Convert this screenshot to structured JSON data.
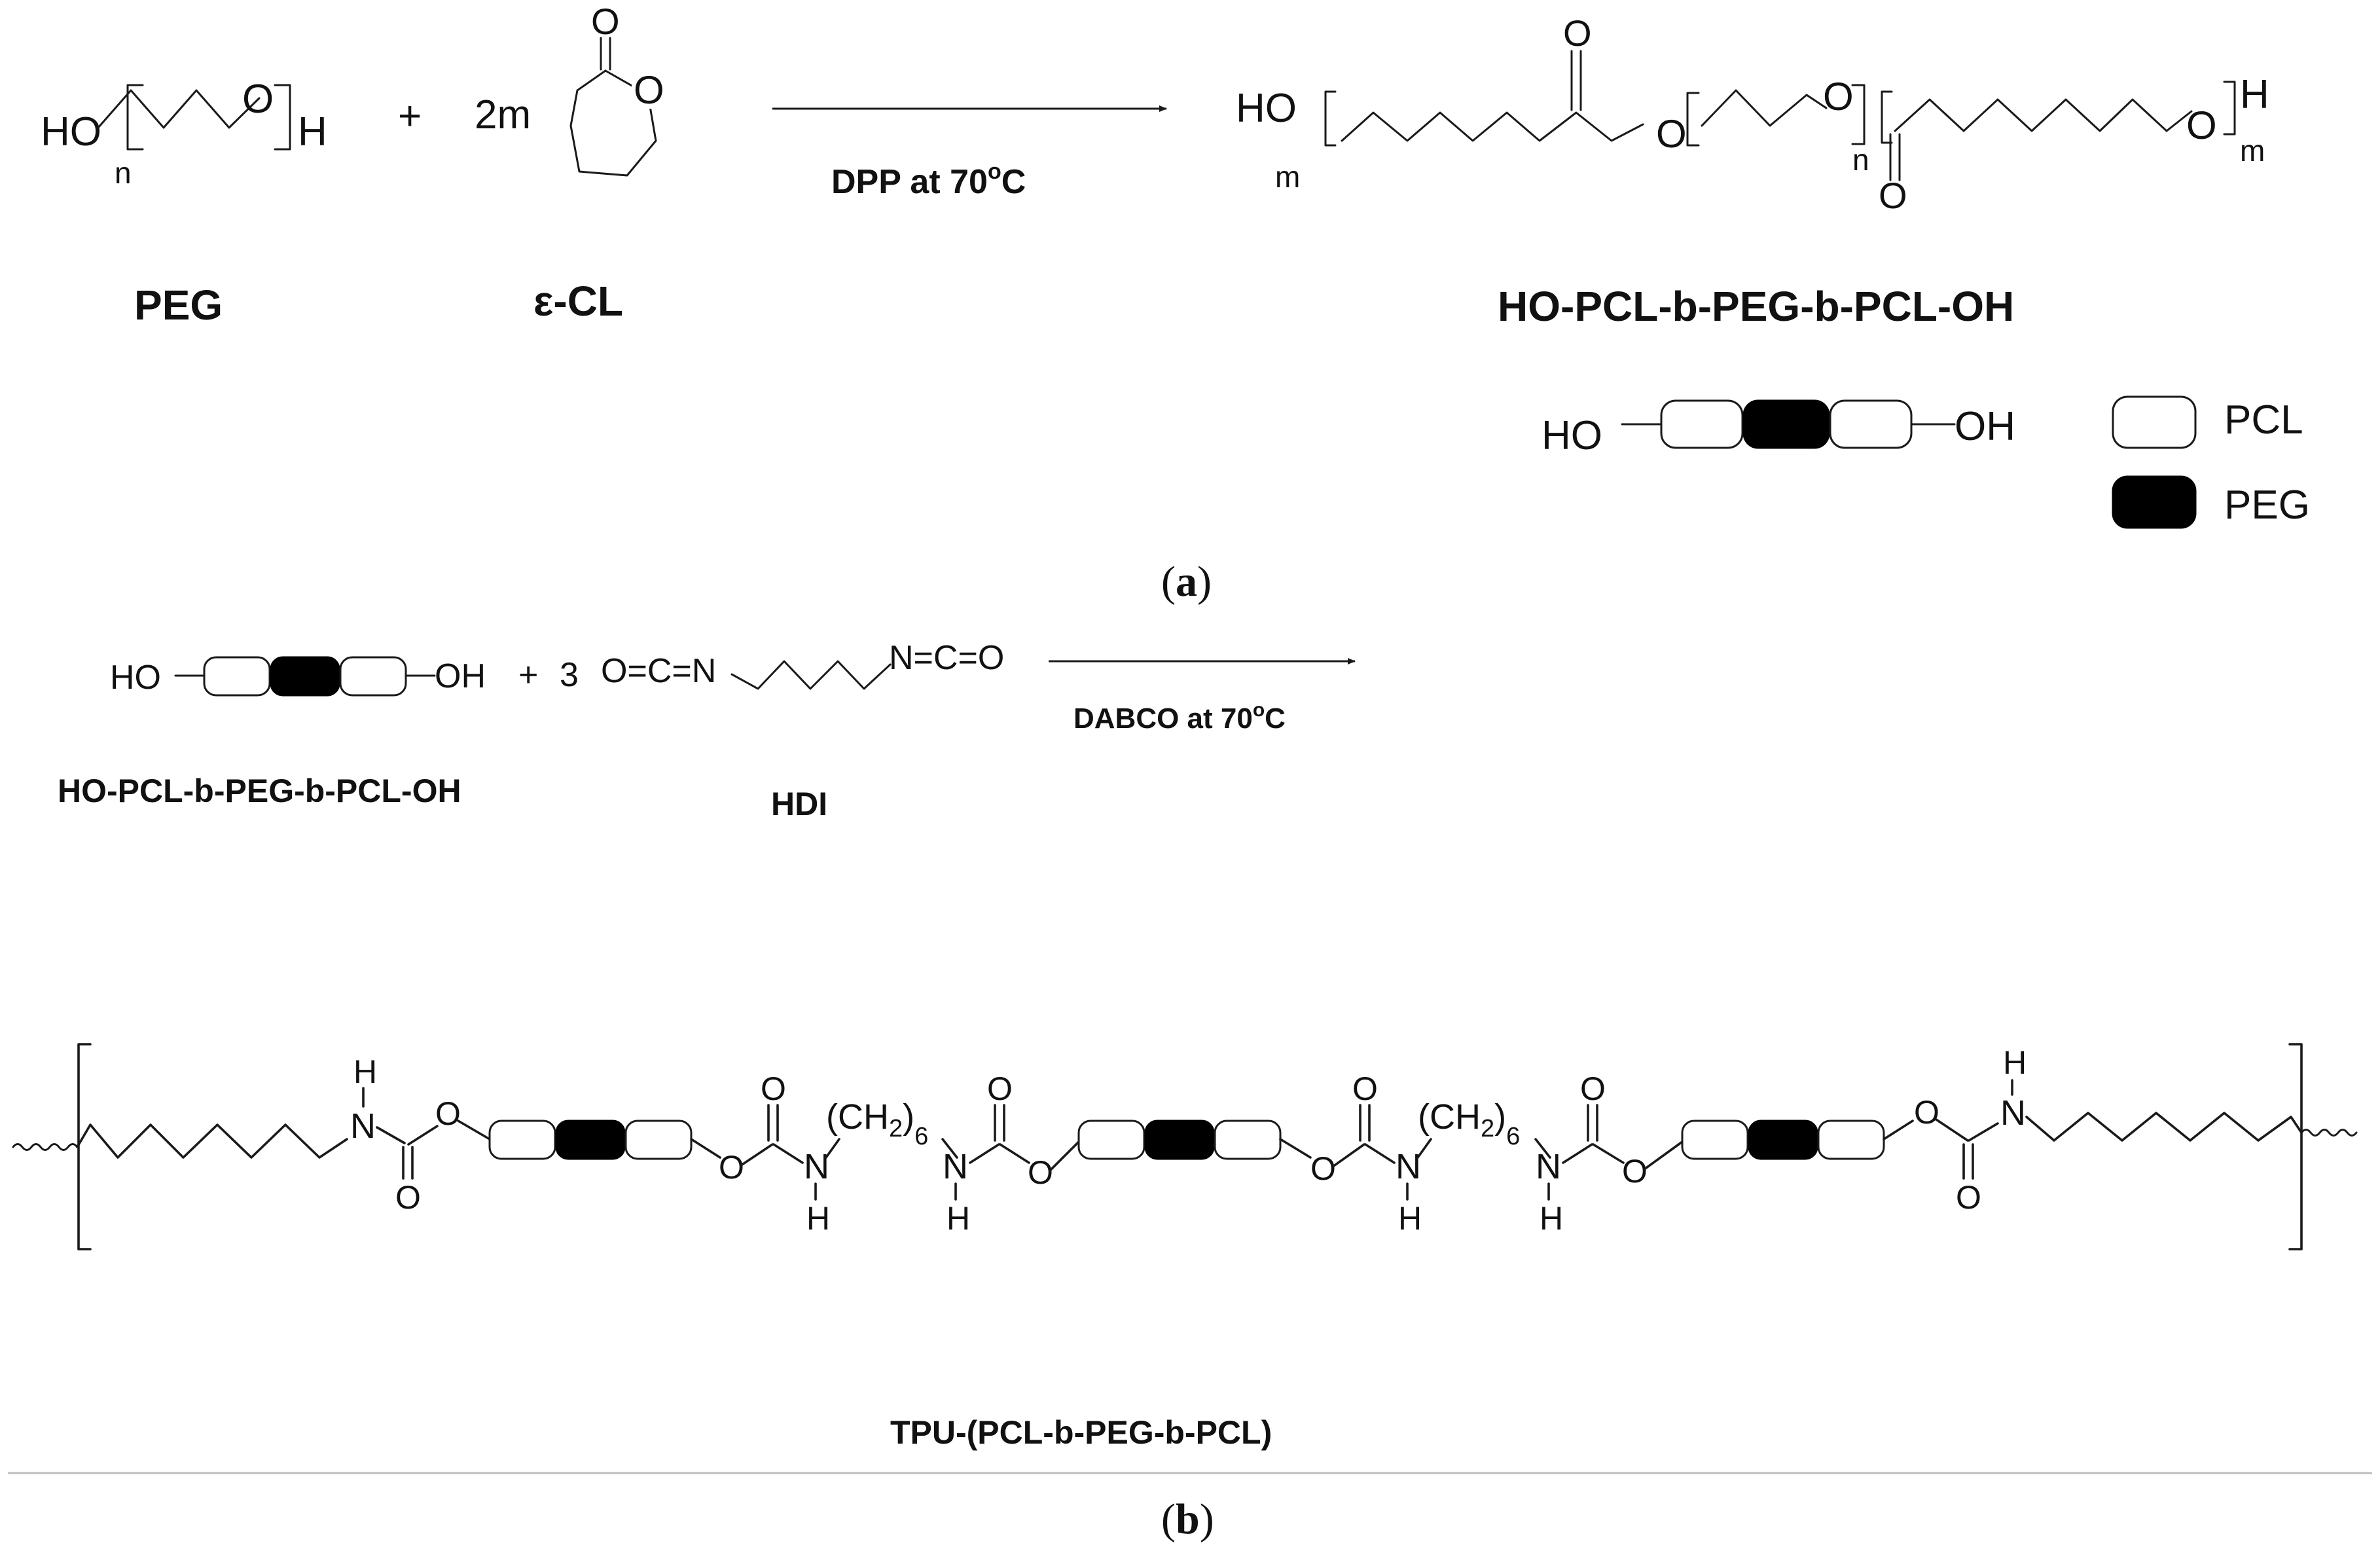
{
  "panel_a": {
    "peg": {
      "ho": "HO",
      "o": "O",
      "h": "H",
      "n": "n",
      "name": "PEG"
    },
    "plus": "+",
    "coeff": "2m",
    "cl": {
      "o_carbonyl": "O",
      "o_ring": "O",
      "name": "ε-CL"
    },
    "condition": "DPP at 70",
    "condition_sup": "o",
    "condition_unit": "C",
    "product": {
      "ho": "HO",
      "m_left": "m",
      "o_carbonyl_1": "O",
      "o_ester_1": "O",
      "o_ether": "O",
      "n": "n",
      "o_carbonyl_2": "O",
      "o_end": "O",
      "h": "H",
      "m_right": "m",
      "name": "HO-PCL-b-PEG-b-PCL-OH"
    },
    "schematic": {
      "ho": "HO",
      "oh": "OH"
    },
    "legend": [
      {
        "label": "PCL",
        "color": "#ffffff"
      },
      {
        "label": "PEG",
        "color": "#000000"
      }
    ],
    "caption_open": "(",
    "caption_letter": "a",
    "caption_close": ")"
  },
  "panel_b": {
    "reactant": {
      "ho": "HO",
      "oh": "OH",
      "name": "HO-PCL-b-PEG-b-PCL-OH"
    },
    "plus": "+",
    "coeff": "3",
    "hdi": {
      "left": "O=C=N",
      "right": "N=C=O",
      "name": "HDI"
    },
    "condition": "DABCO at 70",
    "condition_sup": "o",
    "condition_unit": "C",
    "tpu": {
      "h": "H",
      "n": "N",
      "o": "O",
      "ch2": "(CH",
      "sub2": "2",
      "close": ")",
      "sub6": "6",
      "name": "TPU-(PCL-b-PEG-b-PCL)"
    },
    "caption_open": "(",
    "caption_letter": "b",
    "caption_close": ")"
  },
  "colors": {
    "line": "#1a1a1a",
    "peg_block": "#000000",
    "pcl_block": "#ffffff",
    "divider": "#bdbdbd"
  }
}
